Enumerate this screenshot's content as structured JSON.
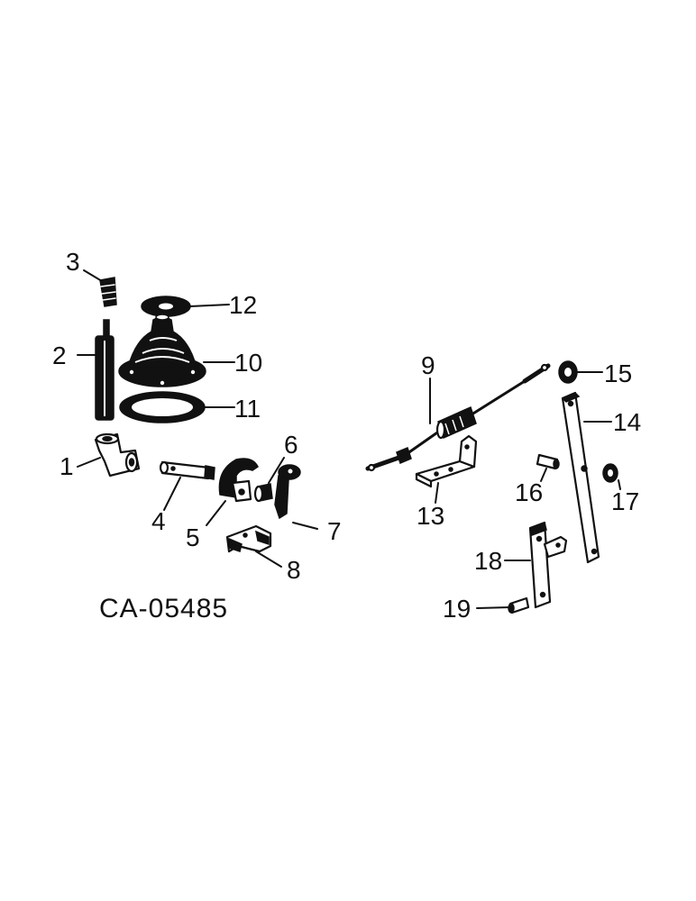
{
  "diagram_code": "CA-05485",
  "callouts": {
    "c1": "1",
    "c2": "2",
    "c3": "3",
    "c4": "4",
    "c5": "5",
    "c6": "6",
    "c7": "7",
    "c8": "8",
    "c9": "9",
    "c10": "10",
    "c11": "11",
    "c12": "12",
    "c13": "13",
    "c14": "14",
    "c15": "15",
    "c16": "16",
    "c17": "17",
    "c18": "18",
    "c19": "19"
  }
}
